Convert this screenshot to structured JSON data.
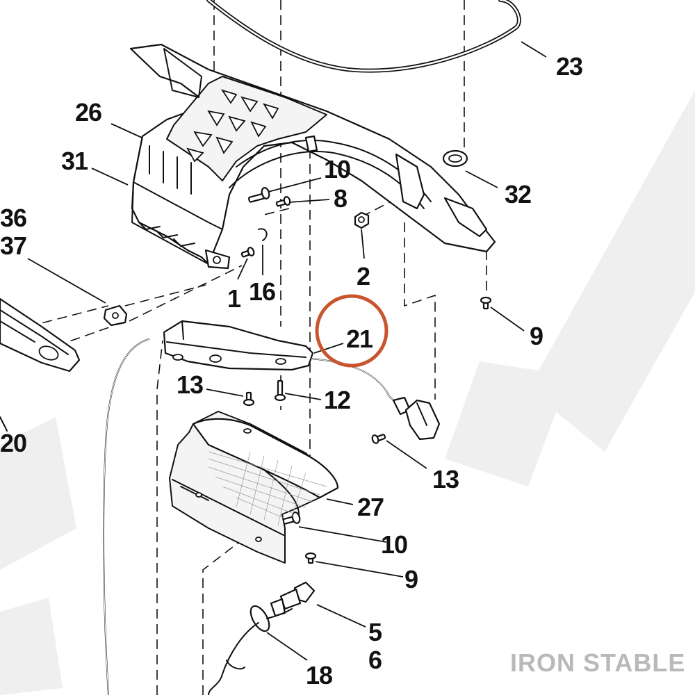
{
  "diagram": {
    "watermark_text": "IRON STABLE",
    "highlight_color": "#c8552e",
    "watermark_color": "#b9b9b9",
    "callouts": {
      "c1": "1",
      "c2": "2",
      "c5": "5",
      "c6": "6",
      "c8": "8",
      "c9a": "9",
      "c9b": "9",
      "c10a": "10",
      "c10b": "10",
      "c12": "12",
      "c13a": "13",
      "c13b": "13",
      "c16": "16",
      "c18": "18",
      "c20": "20",
      "c21": "21",
      "c23": "23",
      "c26": "26",
      "c27": "27",
      "c31": "31",
      "c32": "32",
      "c36": "36",
      "c37": "37"
    }
  }
}
